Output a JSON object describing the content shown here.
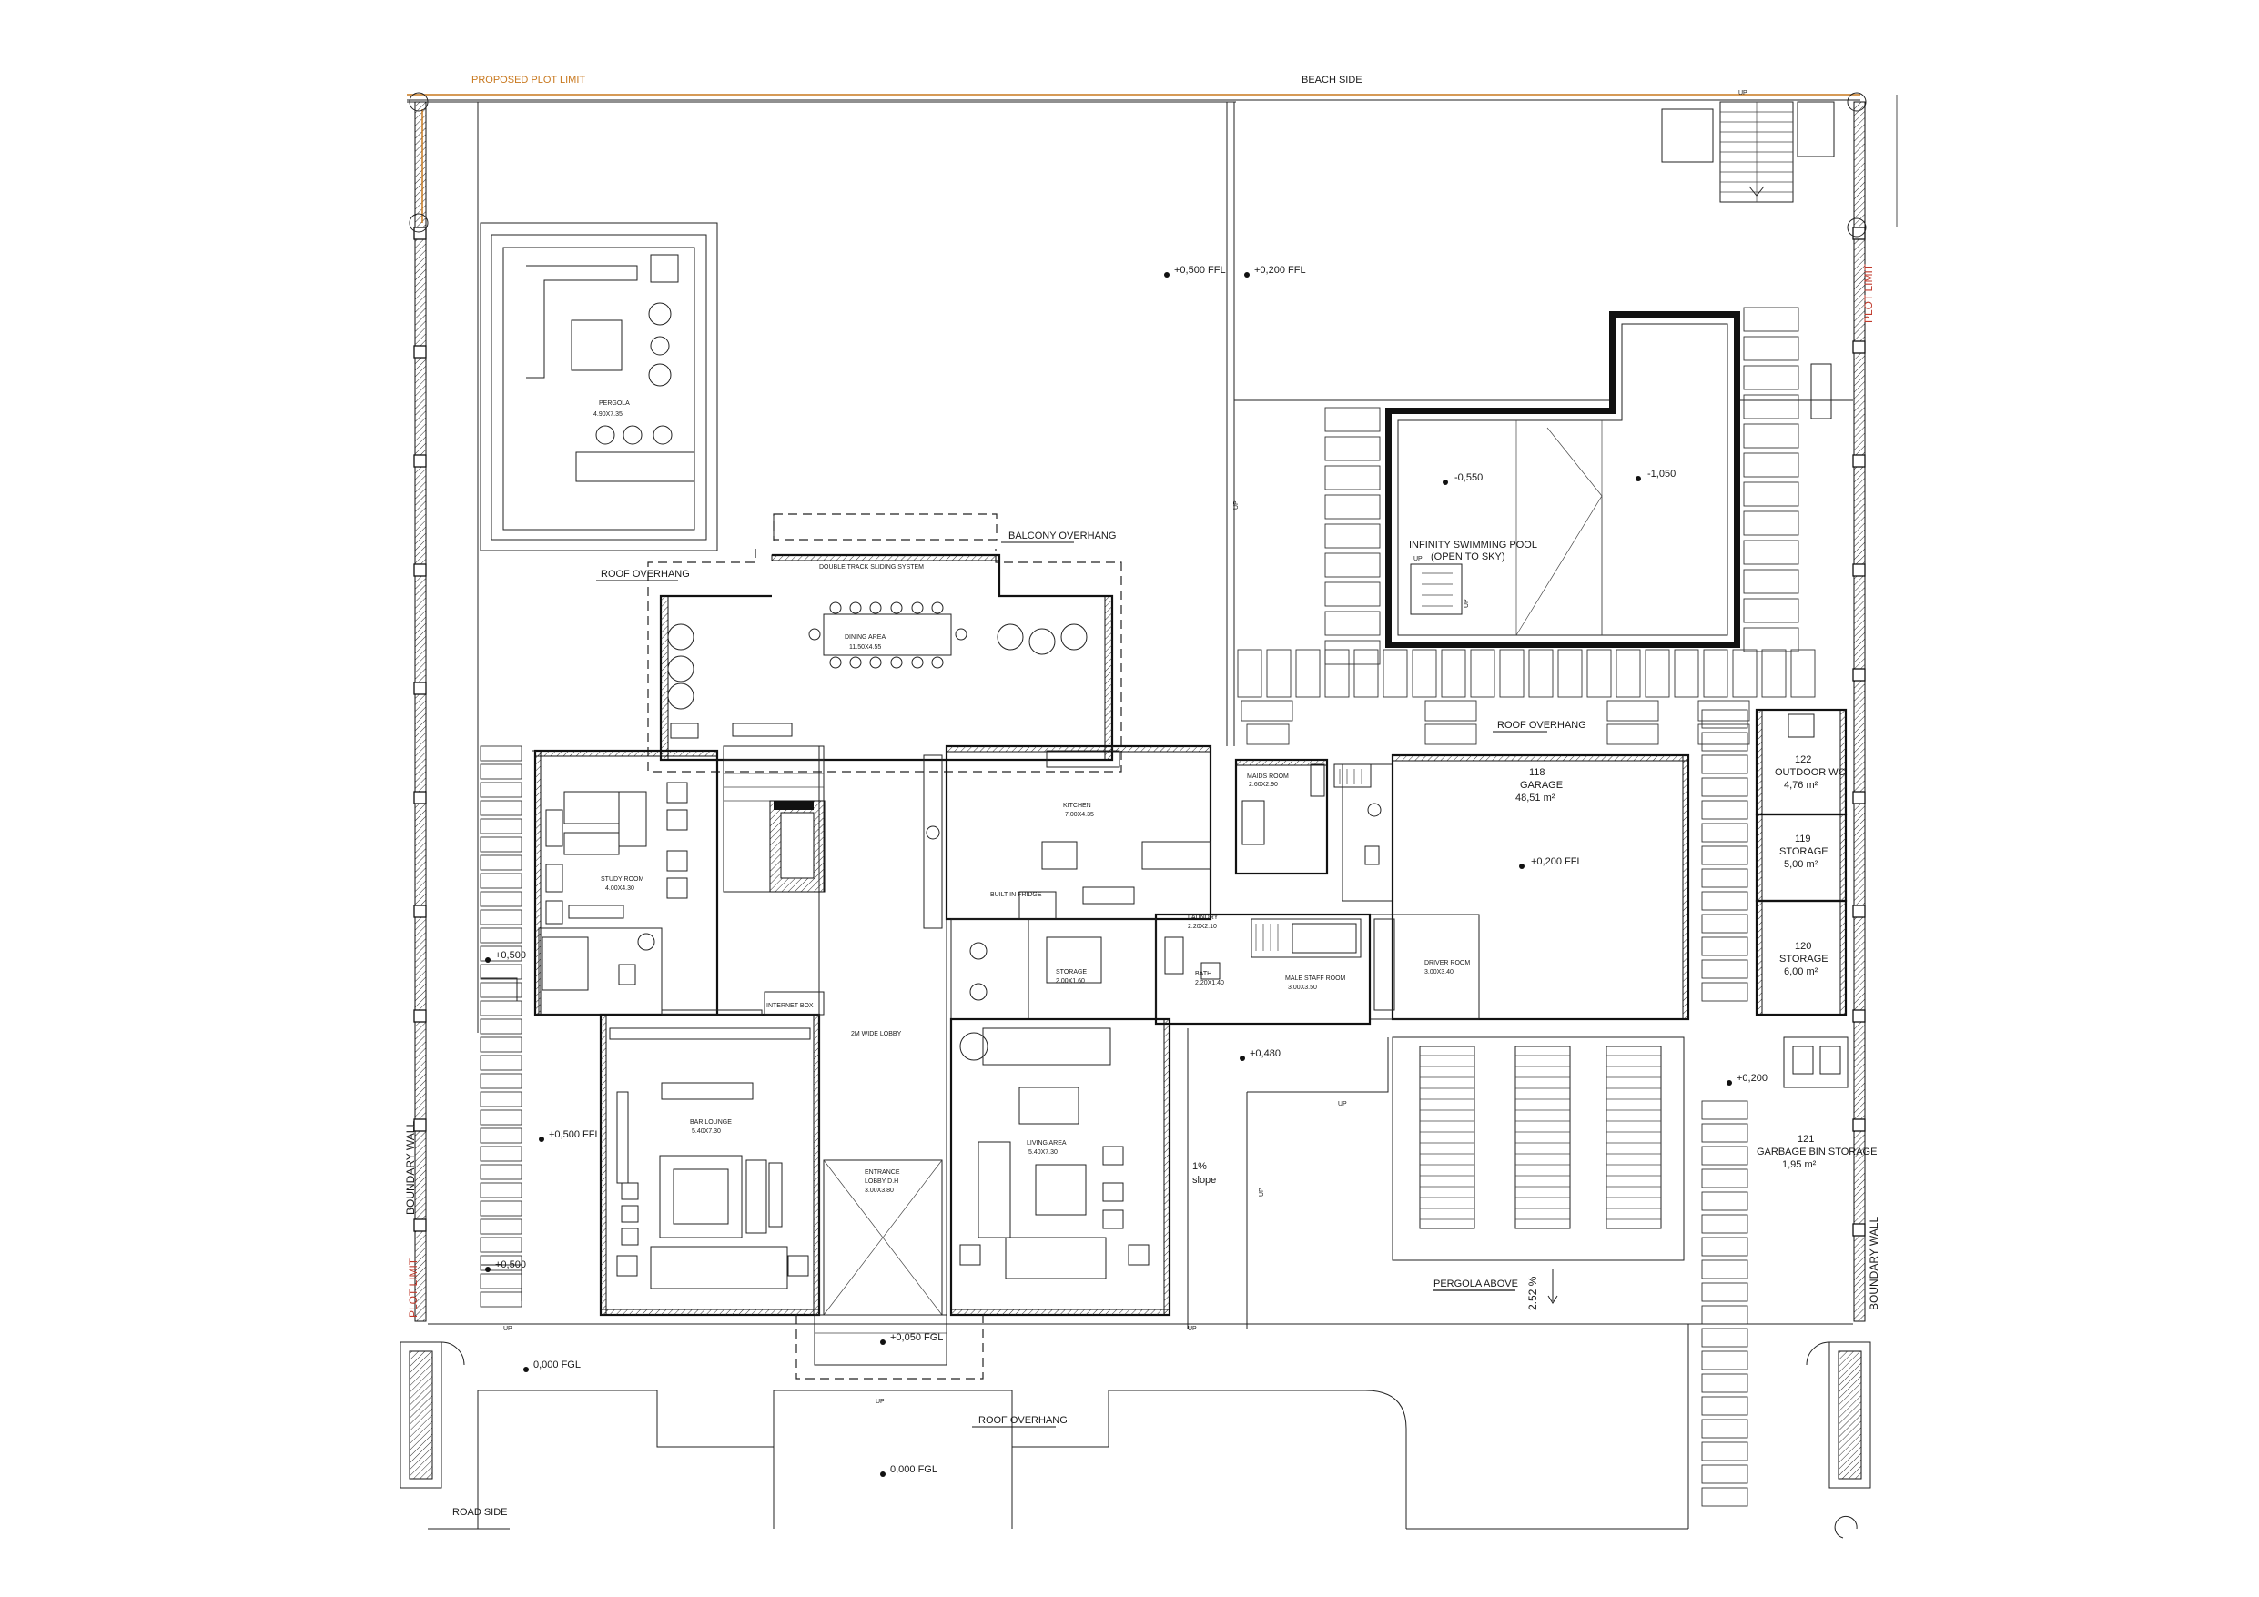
{
  "titles": {
    "proposed_plot_limit": "PROPOSED PLOT LIMIT",
    "beach_side": "BEACH SIDE",
    "road_side": "ROAD SIDE",
    "plot_limit_left": "PLOT LIMIT",
    "plot_limit_right": "PLOT LIMIT",
    "boundary_wall_left": "BOUNDARY WALL",
    "boundary_wall_right": "BOUNDARY WALL"
  },
  "rooms": {
    "pergola": {
      "name": "PERGOLA",
      "dims": "4.90X7.35"
    },
    "dining": {
      "name": "DINING AREA",
      "dims": "11.50X4.55"
    },
    "study": {
      "name": "STUDY ROOM",
      "dims": "4.00X4.30"
    },
    "kitchen": {
      "name": "KITCHEN",
      "dims": "7.00X4.35"
    },
    "maids_room": {
      "name": "MAIDS ROOM",
      "dims": "2.60X2.90"
    },
    "garage": {
      "num": "118",
      "name": "GARAGE",
      "area": "48,51 m²"
    },
    "outdoor_wc": {
      "num": "122",
      "name": "OUTDOOR WC",
      "area": "4,76 m²"
    },
    "storage_119": {
      "num": "119",
      "name": "STORAGE",
      "area": "5,00 m²"
    },
    "storage_120": {
      "num": "120",
      "name": "STORAGE",
      "area": "6,00 m²"
    },
    "garbage": {
      "num": "121",
      "name": "GARBAGE BIN STORAGE",
      "area": "1,95 m²"
    },
    "bar_lounge": {
      "name": "BAR LOUNGE",
      "dims": "5.40X7.30"
    },
    "living": {
      "name": "LIVING AREA",
      "dims": "5.40X7.30"
    },
    "entrance": {
      "name": "ENTRANCE",
      "sub": "LOBBY D.H",
      "dims": "3.00X3.80"
    },
    "lobby": {
      "name": "2M WIDE LOBBY"
    },
    "male_staff": {
      "name": "MALE STAFF ROOM",
      "dims": "3.00X3.50"
    },
    "laundry": {
      "name": "LAUNDRY",
      "dims": "2.20X2.10"
    },
    "bath": {
      "name": "BATH",
      "dims": "2.20X1.40"
    },
    "storage_small": {
      "name": "STORAGE",
      "dims": "2.00X1.60"
    },
    "driver_room": {
      "name": "DRIVER ROOM",
      "dims": "3.00X3.40"
    },
    "pool": {
      "name": "INFINITY SWIMMING POOL",
      "sub": "(OPEN TO SKY)"
    }
  },
  "annotations": {
    "balcony_overhang": "BALCONY OVERHANG",
    "roof_overhang_1": "ROOF OVERHANG",
    "roof_overhang_2": "ROOF OVERHANG",
    "roof_overhang_3": "ROOF OVERHANG",
    "pergola_above": "PERGOLA ABOVE",
    "slope_1pct": "1%",
    "slope_word": "slope",
    "slope_252": "2.52 %",
    "sliding_1": "DOUBLE TRACK SLIDING SYSTEM",
    "built_in_fridge": "BUILT IN FRIDGE",
    "internet_box": "INTERNET BOX",
    "up": "UP"
  },
  "levels": {
    "l500_ffl_top": "+0,500 FFL",
    "l200_ffl_top": "+0,200 FFL",
    "pool_550": "-0,550",
    "pool_1050": "-1,050",
    "garage_200": "+0,200 FFL",
    "l500_left": "+0,500",
    "l500_ffl_left": "+0,500 FFL",
    "l500_bottom_left": "+0,500",
    "l480": "+0,480",
    "l200_right": "+0,200",
    "l050_entry": "+0,050 FGL",
    "l000_fgl_left": "0,000 FGL",
    "l000_fgl_bottom": "0,000 FGL"
  },
  "colors": {
    "plot_limit_line": "#c8781e",
    "plot_limit_text": "#c0392b",
    "ink": "#111111"
  }
}
